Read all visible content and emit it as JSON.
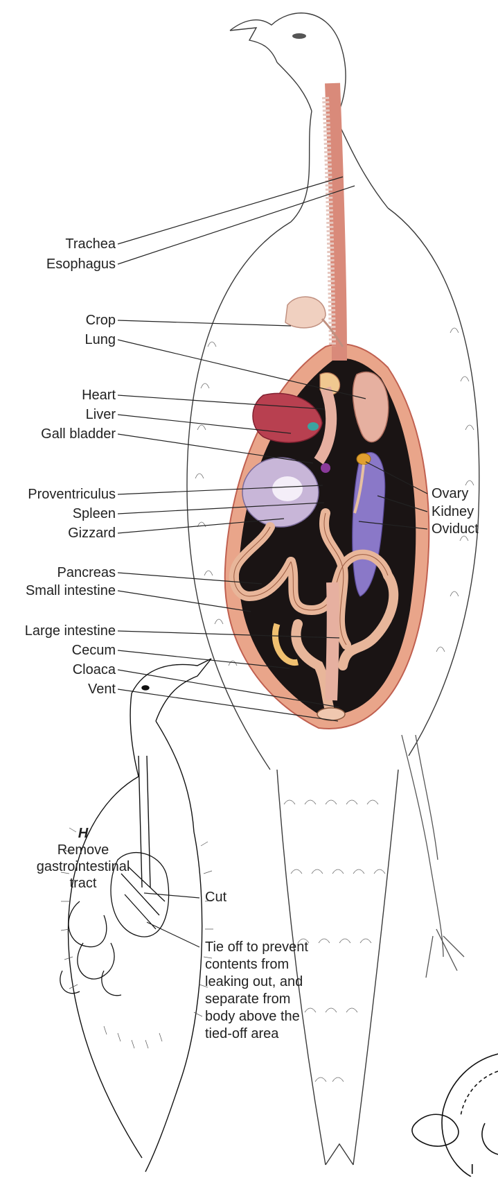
{
  "left_labels": [
    "Trachea",
    "Esophagus",
    "Crop",
    "Lung",
    "Heart",
    "Liver",
    "Gall bladder",
    "Proventriculus",
    "Spleen",
    "Gizzard",
    "Pancreas",
    "Small intestine",
    "Large intestine",
    "Cecum",
    "Cloaca",
    "Vent"
  ],
  "right_labels": [
    "Ovary",
    "Kidney",
    "Oviduct"
  ],
  "inset": {
    "letter": "H",
    "title_line1": "Remove",
    "title_line2": "gastrointestinal",
    "title_line3": "tract",
    "cut_label": "Cut",
    "tie_note": "Tie off to prevent contents from leaking out, and separate from body above the tied-off area"
  },
  "bottom_fragment": "I",
  "colors": {
    "outline": "#3a3a3a",
    "body_cavity": "#e9a58a",
    "cavity_dark": "#1a1414",
    "muscle": "#d9786a",
    "esophagus": "#d98a7a",
    "intestine": "#e8b69a",
    "gizzard": "#c8b6d8",
    "kidney": "#8a78c8",
    "ovary": "#e0a030",
    "liver": "#b84050",
    "gall_bladder": "#3aa4a0",
    "crop": "#f0d0c0"
  }
}
